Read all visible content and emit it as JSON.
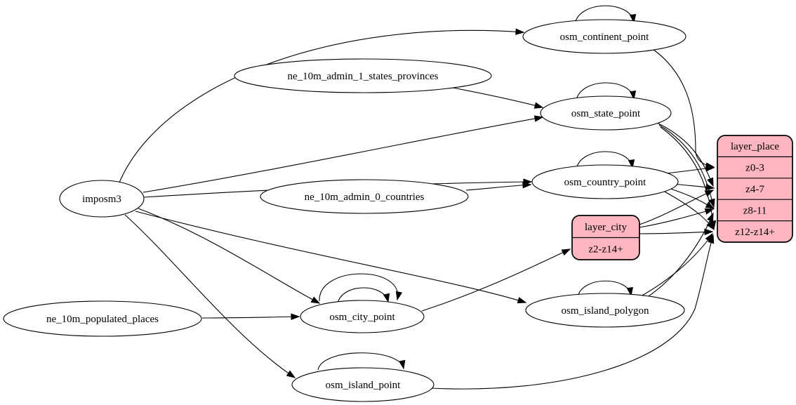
{
  "diagram": {
    "type": "dependency-graph",
    "background_color": "#ffffff",
    "colors": {
      "ellipse_fill": "#ffffff",
      "record_fill": "#ffb6c1",
      "stroke": "#000000",
      "edge": "#000000",
      "text": "#000000"
    },
    "nodes": [
      {
        "id": "imposm3",
        "type": "ellipse",
        "label": "imposm3"
      },
      {
        "id": "ne_10m_admin_1_states_provinces",
        "type": "ellipse",
        "label": "ne_10m_admin_1_states_provinces"
      },
      {
        "id": "ne_10m_admin_0_countries",
        "type": "ellipse",
        "label": "ne_10m_admin_0_countries"
      },
      {
        "id": "ne_10m_populated_places",
        "type": "ellipse",
        "label": "ne_10m_populated_places"
      },
      {
        "id": "osm_continent_point",
        "type": "ellipse",
        "label": "osm_continent_point"
      },
      {
        "id": "osm_state_point",
        "type": "ellipse",
        "label": "osm_state_point"
      },
      {
        "id": "osm_country_point",
        "type": "ellipse",
        "label": "osm_country_point"
      },
      {
        "id": "osm_city_point",
        "type": "ellipse",
        "label": "osm_city_point"
      },
      {
        "id": "osm_island_polygon",
        "type": "ellipse",
        "label": "osm_island_polygon"
      },
      {
        "id": "osm_island_point",
        "type": "ellipse",
        "label": "osm_island_point"
      },
      {
        "id": "layer_city",
        "type": "record",
        "label": "layer_city",
        "rows": [
          "layer_city",
          "z2-z14+"
        ]
      },
      {
        "id": "layer_place",
        "type": "record",
        "label": "layer_place",
        "rows": [
          "layer_place",
          "z0-3",
          "z4-7",
          "z8-11",
          "z12-z14+"
        ]
      }
    ],
    "edges": [
      {
        "from": "imposm3",
        "to": "osm_continent_point"
      },
      {
        "from": "imposm3",
        "to": "osm_state_point"
      },
      {
        "from": "imposm3",
        "to": "osm_country_point"
      },
      {
        "from": "imposm3",
        "to": "osm_city_point"
      },
      {
        "from": "imposm3",
        "to": "osm_island_polygon"
      },
      {
        "from": "imposm3",
        "to": "osm_island_point"
      },
      {
        "from": "ne_10m_admin_1_states_provinces",
        "to": "osm_state_point"
      },
      {
        "from": "ne_10m_admin_0_countries",
        "to": "osm_country_point"
      },
      {
        "from": "ne_10m_populated_places",
        "to": "osm_city_point"
      },
      {
        "from": "osm_continent_point",
        "to": "osm_continent_point",
        "self": true
      },
      {
        "from": "osm_state_point",
        "to": "osm_state_point",
        "self": true
      },
      {
        "from": "osm_country_point",
        "to": "osm_country_point",
        "self": true
      },
      {
        "from": "osm_city_point",
        "to": "osm_city_point",
        "self": true
      },
      {
        "from": "osm_city_point",
        "to": "osm_city_point",
        "self": true
      },
      {
        "from": "osm_island_polygon",
        "to": "osm_island_polygon",
        "self": true
      },
      {
        "from": "osm_island_point",
        "to": "osm_island_point",
        "self": true
      },
      {
        "from": "osm_continent_point",
        "to": "layer_place",
        "port": "z0-3"
      },
      {
        "from": "osm_state_point",
        "to": "layer_place",
        "port": "z4-7"
      },
      {
        "from": "osm_state_point",
        "to": "layer_place",
        "port": "z8-11"
      },
      {
        "from": "osm_state_point",
        "to": "layer_place",
        "port": "z12-z14+"
      },
      {
        "from": "osm_country_point",
        "to": "layer_place",
        "port": "z0-3"
      },
      {
        "from": "osm_country_point",
        "to": "layer_place",
        "port": "z4-7"
      },
      {
        "from": "osm_country_point",
        "to": "layer_place",
        "port": "z8-11"
      },
      {
        "from": "osm_country_point",
        "to": "layer_place",
        "port": "z12-z14+"
      },
      {
        "from": "osm_city_point",
        "to": "layer_city",
        "port": "z2-z14+"
      },
      {
        "from": "osm_island_polygon",
        "to": "layer_place",
        "port": "z8-11"
      },
      {
        "from": "osm_island_polygon",
        "to": "layer_place",
        "port": "z12-z14+"
      },
      {
        "from": "osm_island_point",
        "to": "layer_place",
        "port": "z12-z14+"
      },
      {
        "from": "layer_city",
        "to": "layer_place",
        "port": "z4-7"
      },
      {
        "from": "layer_city",
        "to": "layer_place",
        "port": "z8-11"
      },
      {
        "from": "layer_city",
        "to": "layer_place",
        "port": "z12-z14+"
      }
    ]
  }
}
